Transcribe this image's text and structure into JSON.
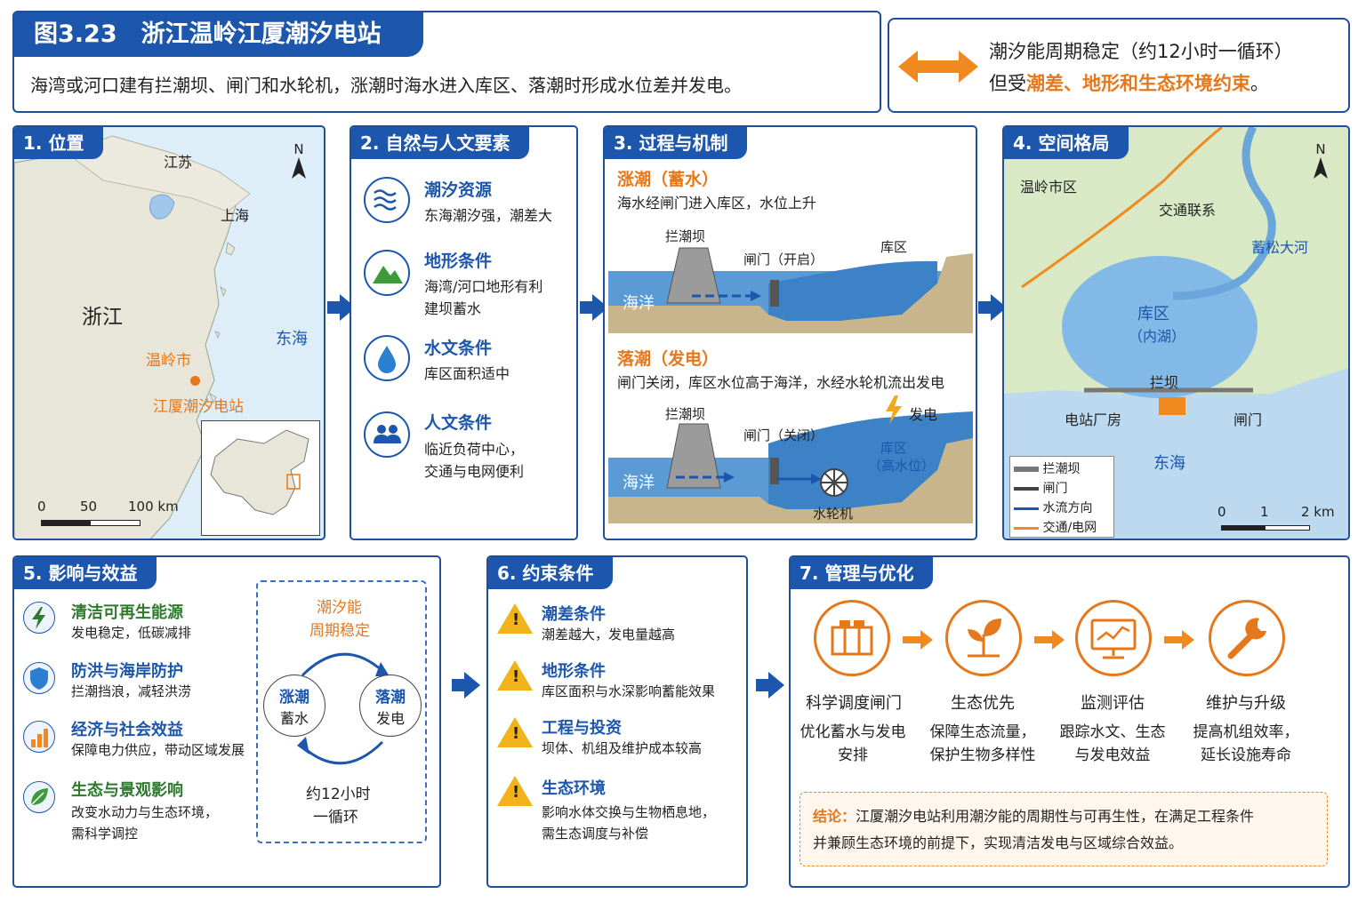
{
  "header": {
    "fig_title": "图3.23　浙江温岭江厦潮汐电站",
    "summary": "海湾或河口建有拦潮坝、闸门和水轮机，涨潮时海水进入库区、落潮时形成水位差并发电。",
    "note_line1": "潮汐能周期稳定（约12小时一循环）",
    "note_prefix": "但受",
    "note_highlight": "潮差、地形和生态环境约束",
    "note_suffix": "。"
  },
  "p1": {
    "title": "1. 位置",
    "north": "N",
    "labels": {
      "jiangsu": "江苏",
      "shanghai": "上海",
      "zhejiang": "浙江",
      "donghai": "东海",
      "wenling": "温岭市",
      "station": "江厦潮汐电站"
    },
    "scale": [
      "0",
      "50",
      "100 km"
    ]
  },
  "p2": {
    "title": "2. 自然与人文要素",
    "items": [
      {
        "icon": "waves-icon",
        "head": "潮汐资源",
        "lines": [
          "东海潮汐强，潮差大"
        ]
      },
      {
        "icon": "mountain-icon",
        "head": "地形条件",
        "lines": [
          "海湾/河口地形有利",
          "建坝蓄水"
        ]
      },
      {
        "icon": "water-drop-icon",
        "head": "水文条件",
        "lines": [
          "库区面积适中"
        ]
      },
      {
        "icon": "people-icon",
        "head": "人文条件",
        "lines": [
          "临近负荷中心，",
          "交通与电网便利"
        ]
      }
    ]
  },
  "p3": {
    "title": "3. 过程与机制",
    "rise": {
      "head": "涨潮（蓄水）",
      "desc": "海水经闸门进入库区，水位上升",
      "dam": "拦潮坝",
      "gate": "闸门（开启）",
      "reservoir": "库区",
      "ocean": "海洋"
    },
    "fall": {
      "head": "落潮（发电）",
      "desc": "闸门关闭，库区水位高于海洋，水经水轮机流出发电",
      "dam": "拦潮坝",
      "gate": "闸门（关闭）",
      "reservoir": "库区",
      "reservoir2": "（高水位）",
      "ocean": "海洋",
      "power": "发电",
      "turbine": "水轮机"
    }
  },
  "p4": {
    "title": "4. 空间格局",
    "north": "N",
    "labels": {
      "city": "温岭市区",
      "traffic": "交通联系",
      "river": "蓄松大河",
      "res1": "库区",
      "res2": "（内湖）",
      "dam": "拦坝",
      "plant": "电站厂房",
      "gate": "闸门",
      "sea": "东海"
    },
    "legend": [
      "拦潮坝",
      "闸门",
      "水流方向",
      "交通/电网"
    ],
    "scale": [
      "0",
      "1",
      "2 km"
    ]
  },
  "p5": {
    "title": "5. 影响与效益",
    "items": [
      {
        "icon": "lightning-icon",
        "head": "清洁可再生能源",
        "desc": "发电稳定，低碳减排"
      },
      {
        "icon": "shield-icon",
        "head": "防洪与海岸防护",
        "desc": "拦潮挡浪，减轻洪涝"
      },
      {
        "icon": "bar-chart-icon",
        "head": "经济与社会效益",
        "desc": "保障电力供应，带动区域发展"
      },
      {
        "icon": "leaf-icon",
        "head": "生态与景观影响",
        "lines": [
          "改变水动力与生态环境，",
          "需科学调控"
        ]
      }
    ],
    "cycle": {
      "top1": "潮汐能",
      "top2": "周期稳定",
      "left1": "涨潮",
      "left2": "蓄水",
      "right1": "落潮",
      "right2": "发电",
      "bottom1": "约12小时",
      "bottom2": "一循环"
    }
  },
  "p6": {
    "title": "6. 约束条件",
    "items": [
      {
        "head": "潮差条件",
        "lines": [
          "潮差越大，发电量越高"
        ]
      },
      {
        "head": "地形条件",
        "lines": [
          "库区面积与水深影响蓄能效果"
        ]
      },
      {
        "head": "工程与投资",
        "lines": [
          "坝体、机组及维护成本较高"
        ]
      },
      {
        "head": "生态环境",
        "lines": [
          "影响水体交换与生物栖息地，",
          "需生态调度与补偿"
        ]
      }
    ]
  },
  "p7": {
    "title": "7. 管理与优化",
    "items": [
      {
        "icon": "gate-dam-icon",
        "head": "科学调度闸门",
        "lines": [
          "优化蓄水与发电",
          "安排"
        ]
      },
      {
        "icon": "sprout-icon",
        "head": "生态优先",
        "lines": [
          "保障生态流量，",
          "保护生物多样性"
        ]
      },
      {
        "icon": "monitor-icon",
        "head": "监测评估",
        "lines": [
          "跟踪水文、生态",
          "与发电效益"
        ]
      },
      {
        "icon": "wrench-icon",
        "head": "维护与升级",
        "lines": [
          "提高机组效率，",
          "延长设施寿命"
        ]
      }
    ],
    "conclusion_label": "结论：",
    "conclusion_line1": "江厦潮汐电站利用潮汐能的周期性与可再生性，在满足工程条件",
    "conclusion_line2": "并兼顾生态环境的前提下，实现清洁发电与区域综合效益。"
  },
  "colors": {
    "primary": "#1c56ad",
    "orange": "#e5781a",
    "green": "#2c7a2c",
    "water": "#7fb4e3",
    "land": "#d9ddcf"
  }
}
